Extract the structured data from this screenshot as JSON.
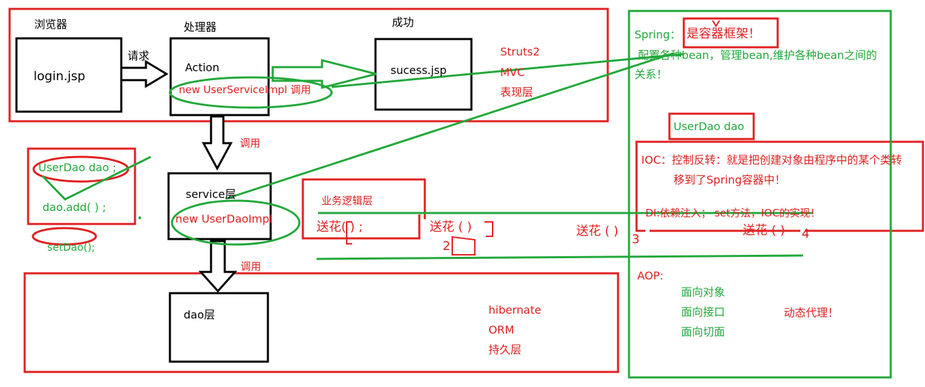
{
  "colors": {
    "red": "#e02020",
    "green": "#22a83a",
    "black": "#000000"
  },
  "presentation": {
    "browser_title": "浏览器",
    "browser_box": "login.jsp",
    "request_arrow": "请求",
    "handler_title": "处理器",
    "action_box": "Action",
    "action_call": "new  UserServiceImpl 调用",
    "success_title": "成功",
    "success_box": "sucess.jsp",
    "struts_labels": [
      "Struts2",
      "MVC",
      "表现层"
    ]
  },
  "service": {
    "call_label_top": "调用",
    "service_box": "service层",
    "service_new": "new   UserDaoImpl",
    "call_label_bottom": "调用"
  },
  "left_notes": {
    "userdao_field": "UserDao dao ;",
    "dao_add": "dao.add( ) ;",
    "set_dao": "setDao();"
  },
  "business": {
    "title": "业务逻辑层",
    "send_flower_1": "送花( ) ;",
    "send_flower_2": "送花 ( )",
    "send_flower_3": "送花 ( )",
    "send_flower_4": "送花 ( )",
    "scribble_1": "2",
    "scribble_2": "3",
    "scribble_3": "4"
  },
  "persistence": {
    "dao_box": "dao层",
    "labels": [
      "hibernate",
      "ORM",
      "持久层"
    ]
  },
  "spring": {
    "prefix": "Spring：",
    "highlight": "是容器框架！",
    "description_1": "配置各种bean，管理bean,维护各种bean之间的",
    "description_2": "关系！",
    "userdao_box": "UserDao dao",
    "ioc_line_1": "IOC：控制反转：就是把创建对象由程序中的某个类转",
    "ioc_line_2": "移到了Spring容器中！",
    "di_line": "DI:依赖注入； set方法，IOC的实现！",
    "aop_title": "AOP:",
    "aop_items": [
      "面向对象",
      "面向接口",
      "面向切面"
    ],
    "dynamic_proxy": "动态代理！"
  }
}
